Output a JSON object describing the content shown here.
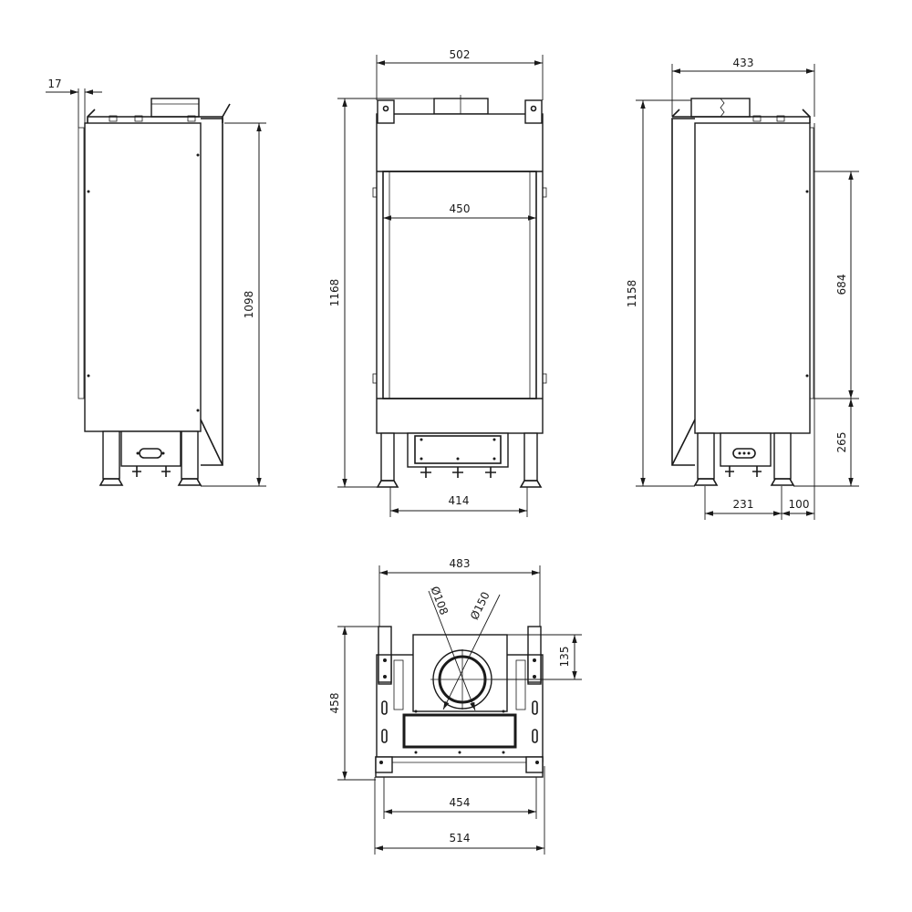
{
  "side_view_left": {
    "dim_offset": "17",
    "dim_height": "1098"
  },
  "front_view": {
    "dim_top_width": "502",
    "dim_glass_width": "450",
    "dim_height": "1168",
    "dim_leg_span": "414"
  },
  "side_view_right": {
    "dim_depth": "433",
    "dim_height": "1158",
    "dim_glass_height": "684",
    "dim_base_height": "265",
    "dim_leg_span": "231",
    "dim_leg_offset": "100"
  },
  "top_view": {
    "dim_width_top": "483",
    "dim_flue_inner": "Ø108",
    "dim_flue_outer": "Ø150",
    "dim_flue_offset": "135",
    "dim_depth": "458",
    "dim_inner_width": "454",
    "dim_outer_width": "514"
  }
}
